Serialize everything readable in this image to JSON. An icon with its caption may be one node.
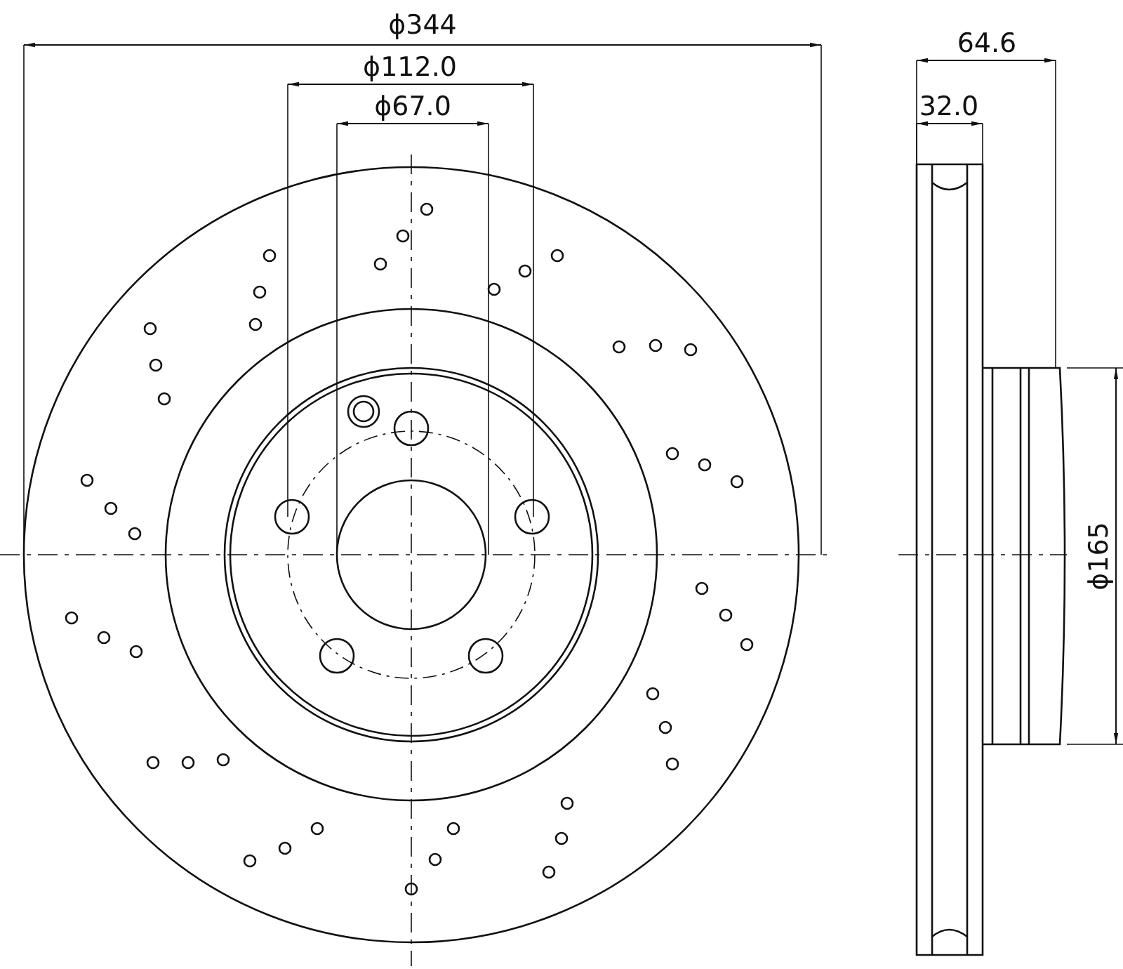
{
  "diagram": {
    "labels": [
      "ϕ344",
      "ϕ112.0",
      "ϕ67.0",
      "64.6",
      "32.0",
      "ϕ165"
    ]
  }
}
